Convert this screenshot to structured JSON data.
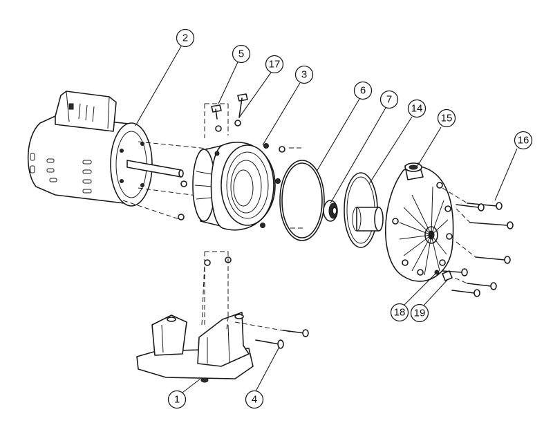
{
  "callouts": [
    {
      "id": "1",
      "label": "1"
    },
    {
      "id": "2",
      "label": "2"
    },
    {
      "id": "3",
      "label": "3"
    },
    {
      "id": "4",
      "label": "4"
    },
    {
      "id": "5",
      "label": "5"
    },
    {
      "id": "6",
      "label": "6"
    },
    {
      "id": "7",
      "label": "7"
    },
    {
      "id": "14",
      "label": "14"
    },
    {
      "id": "15",
      "label": "15"
    },
    {
      "id": "16",
      "label": "16"
    },
    {
      "id": "17",
      "label": "17"
    },
    {
      "id": "18",
      "label": "18"
    },
    {
      "id": "19",
      "label": "19"
    }
  ]
}
